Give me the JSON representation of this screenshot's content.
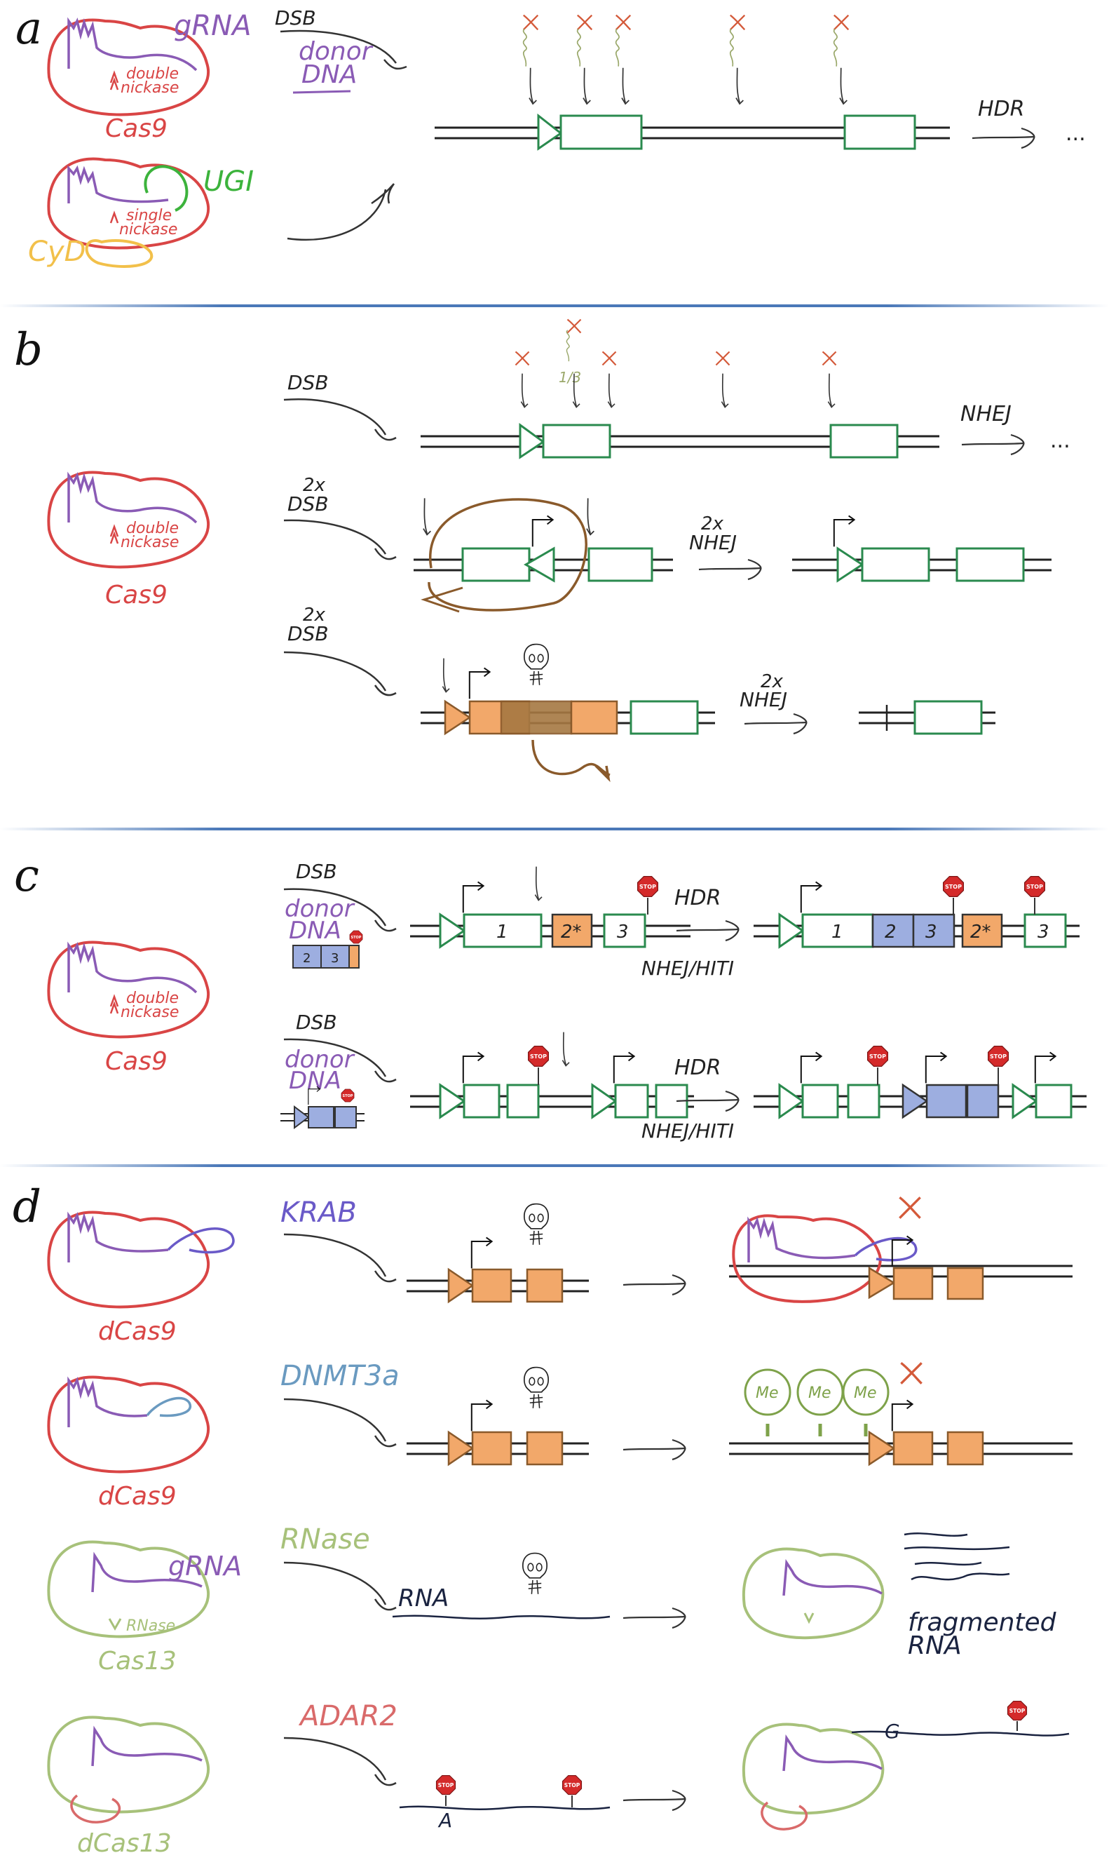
{
  "panels": {
    "a": {
      "label": "a",
      "enzyme1_name": "Cas9",
      "enzyme1_gRNA": "gRNA",
      "enzyme1_cut": [
        "double",
        "nickase"
      ],
      "enzyme2_fusion1": "UGI",
      "enzyme2_fusion2": "CyD",
      "enzyme2_cut": [
        "single",
        "nickase"
      ],
      "dsb": "DSB",
      "donor": [
        "donor",
        "DNA"
      ],
      "hdr": "HDR",
      "ellipsis": "..."
    },
    "b": {
      "label": "b",
      "enzyme_name": "Cas9",
      "enzyme_cut": [
        "double",
        "nickase"
      ],
      "fraction": "1/3",
      "row1_dsb": "DSB",
      "row1_repair": "NHEJ",
      "row2_dsb": [
        "2x",
        "DSB"
      ],
      "row2_repair": [
        "2x",
        "NHEJ"
      ],
      "row3_dsb": [
        "2x",
        "DSB"
      ],
      "row3_repair": [
        "2x",
        "NHEJ"
      ],
      "ellipsis": "..."
    },
    "c": {
      "label": "c",
      "enzyme_name": "Cas9",
      "enzyme_cut": [
        "double",
        "nickase"
      ],
      "dsb": "DSB",
      "donor": [
        "donor",
        "DNA"
      ],
      "hdr": "HDR",
      "nhej": "NHEJ/HITI",
      "exons": [
        "1",
        "2*",
        "3"
      ],
      "donor_exons": [
        "2",
        "3"
      ],
      "stop": "STOP"
    },
    "d": {
      "label": "d",
      "row1_enzyme": "dCas9",
      "row1_effector": "KRAB",
      "row2_enzyme": "dCas9",
      "row2_effector": "DNMT3a",
      "me": "Me",
      "row3_enzyme": "Cas13",
      "row3_gRNA": "gRNA",
      "row3_cut": "RNase",
      "row3_effector": "RNase",
      "rna": "RNA",
      "fragmented": [
        "fragmented",
        "RNA"
      ],
      "row4_enzyme": "dCas13",
      "row4_effector": "ADAR2",
      "base_a": "A",
      "base_g": "G",
      "stop": "STOP"
    }
  },
  "colors": {
    "cas9": "#d94545",
    "grna": "#8a5bb5",
    "exon": "#2a8a4e",
    "orange_exon": "#f2a86a",
    "blue_exon": "#9daee0",
    "brown": "#8a5a2b",
    "cas13": "#a7c17a",
    "krab": "#6a5ac8",
    "dnmt3a": "#6a9ac0",
    "adar2": "#d96a6a",
    "ugi": "#3cb33c",
    "cyd": "#f2c04a",
    "divider": "#4a78b8",
    "stop": "#d42a2a"
  }
}
